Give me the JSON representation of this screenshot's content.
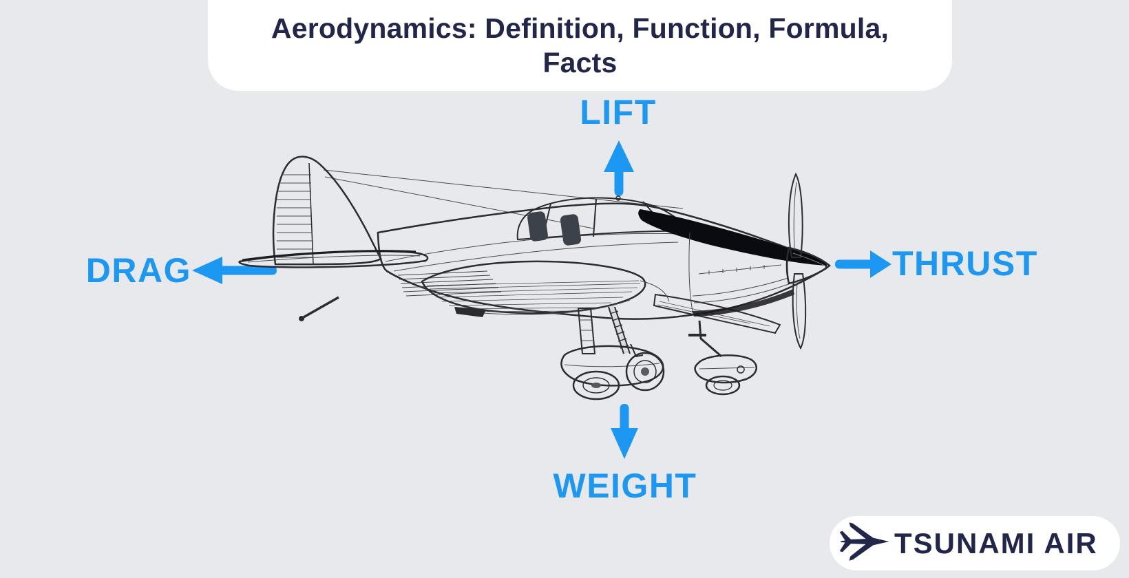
{
  "page": {
    "background_color": "#e7e9ec"
  },
  "title_card": {
    "line1": "Aerodynamics: Definition, Function, Formula,",
    "line2": "Facts",
    "full_title": "Aerodynamics: Definition, Function, Formula, Facts",
    "background_color": "#ffffff",
    "text_color": "#22264a"
  },
  "forces": {
    "accent_color": "#1c97f2",
    "lift": {
      "label": "LIFT",
      "direction": "up"
    },
    "drag": {
      "label": "DRAG",
      "direction": "left"
    },
    "thrust": {
      "label": "THRUST",
      "direction": "right"
    },
    "weight": {
      "label": "WEIGHT",
      "direction": "down"
    }
  },
  "illustration": {
    "subject": "single-engine propeller airplane, side view line drawing, nose pointing right"
  },
  "logo": {
    "brand": "TSUNAMI AIR",
    "icon": "airplane-top-view",
    "background_color": "#ffffff",
    "text_color": "#22264a"
  }
}
